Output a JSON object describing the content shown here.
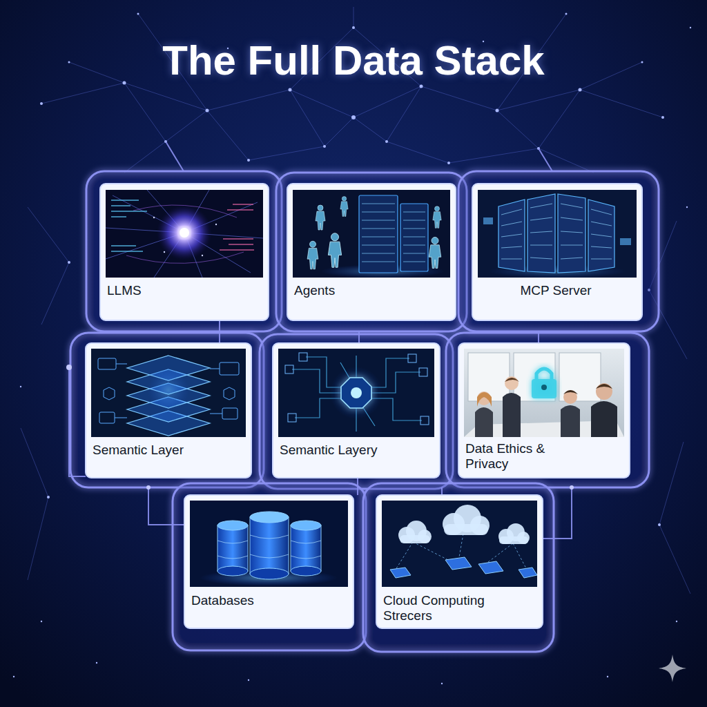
{
  "diagram": {
    "title": "The Full Data Stack",
    "nodes": [
      {
        "text": [
          "LLMS"
        ]
      },
      {
        "text": [
          "Agents"
        ]
      },
      {
        "text": [
          "MCP Server"
        ]
      },
      {
        "text": [
          "Semantic Layer"
        ]
      },
      {
        "text": [
          "Semantic Layery"
        ]
      },
      {
        "text": [
          "Data Ethics & Privacy"
        ]
      },
      {
        "text": [
          "Databases"
        ]
      },
      {
        "text": [
          "Cloud Computing Strecers"
        ]
      }
    ]
  }
}
